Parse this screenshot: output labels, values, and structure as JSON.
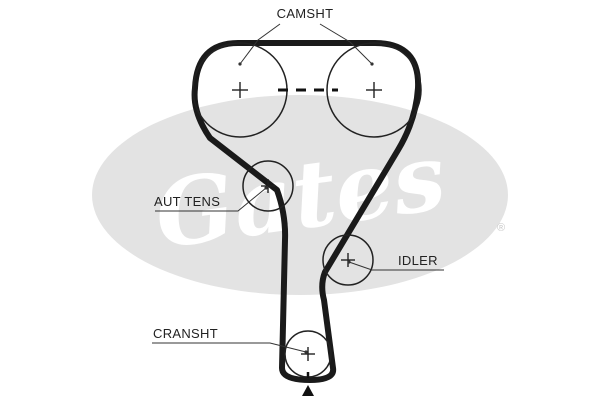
{
  "labels": {
    "camshaft": "CAMSHT",
    "tensioner": "AUT TENS",
    "idler": "IDLER",
    "crankshaft": "CRANSHT"
  },
  "watermark": {
    "brand": "Gates",
    "registered_mark": "®",
    "color": "#e3e3e3"
  },
  "colors": {
    "belt": "#1a1a1a",
    "pulley": "#222222",
    "leader": "#333333"
  }
}
